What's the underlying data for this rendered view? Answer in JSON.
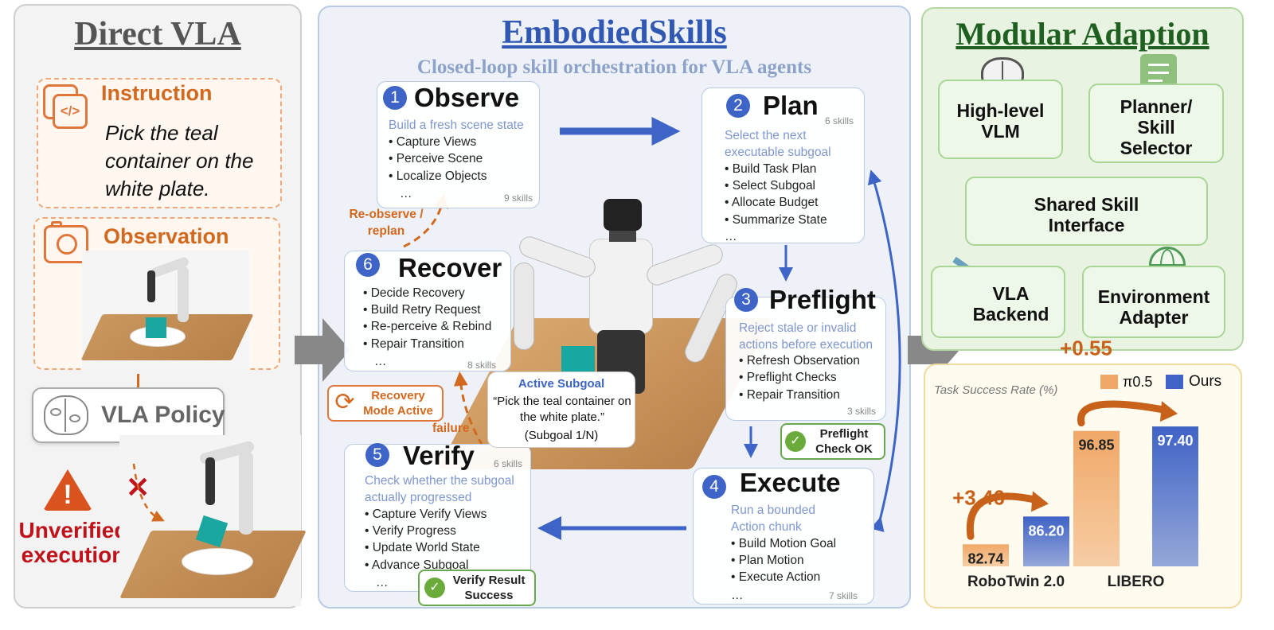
{
  "left": {
    "title": "Direct VLA",
    "instruction_label": "Instruction",
    "instruction_text": "Pick the teal container on the white plate.",
    "observation_label": "Observation",
    "policy_label": "VLA Policy",
    "warning_text": "Unverified execution"
  },
  "center": {
    "title": "EmbodiedSkills",
    "subtitle": "Closed-loop skill orchestration for VLA agents",
    "cards": [
      {
        "num": "1",
        "title": "Observe",
        "desc": "Build a fresh scene state",
        "items": [
          "Capture Views",
          "Perceive Scene",
          "Localize Objects",
          "…"
        ],
        "skills": "9 skills"
      },
      {
        "num": "2",
        "title": "Plan",
        "desc": "Select the next executable subgoal",
        "items": [
          "Build Task Plan",
          "Select Subgoal",
          "Allocate Budget",
          "Summarize State",
          "…"
        ],
        "skills": "6 skills"
      },
      {
        "num": "3",
        "title": "Preflight",
        "desc": "Reject stale or invalid actions before execution",
        "items": [
          "Refresh Observation",
          "Preflight Checks",
          "Repair Transition"
        ],
        "skills": "3 skills"
      },
      {
        "num": "4",
        "title": "Execute",
        "desc": "Run a bounded Action chunk",
        "items": [
          "Build Motion Goal",
          "Plan Motion",
          "Execute Action",
          "…"
        ],
        "skills": "7 skills"
      },
      {
        "num": "5",
        "title": "Verify",
        "desc": "Check whether the subgoal actually progressed",
        "items": [
          "Capture Verify Views",
          "Verify Progress",
          "Update World State",
          "Advance Subgoal",
          "…"
        ],
        "skills": "6 skills"
      },
      {
        "num": "6",
        "title": "Recover",
        "desc": "",
        "items": [
          "Decide Recovery",
          "Build Retry Request",
          "Re-perceive & Rebind",
          "Repair Transition",
          "…"
        ],
        "skills": "8 skills"
      }
    ],
    "reobserve_label": "Re-observe / replan",
    "failure_label": "failure",
    "recovery_badge": "Recovery Mode Active",
    "active_subgoal_title": "Active Subgoal",
    "active_subgoal_text": "“Pick the teal container on the white plate.”",
    "active_subgoal_count": "(Subgoal 1/N)",
    "preflight_badge": "Preflight Check OK",
    "verify_badge": "Verify Result Success"
  },
  "right": {
    "title": "Modular Adaption",
    "boxes": {
      "vlm": "High-level VLM",
      "planner": "Planner/ Skill Selector",
      "interface": "Shared Skill Interface",
      "backend": "VLA Backend",
      "adapter": "Environment Adapter"
    }
  },
  "chart_data": {
    "type": "bar",
    "title": "Task Success Rate (%)",
    "categories": [
      "RoboTwin 2.0",
      "LIBERO"
    ],
    "series": [
      {
        "name": "π0.5",
        "values": [
          82.74,
          96.85
        ],
        "color": "#f0a868"
      },
      {
        "name": "Ours",
        "values": [
          86.2,
          97.4
        ],
        "color": "#3f63c6"
      }
    ],
    "deltas": [
      "+3.46",
      "+0.55"
    ],
    "legend_position": "top-right"
  },
  "colors": {
    "accent_blue": "#3d64c6",
    "accent_orange": "#d2691e",
    "warning_red": "#c0121a",
    "green": "#6aa84f"
  }
}
